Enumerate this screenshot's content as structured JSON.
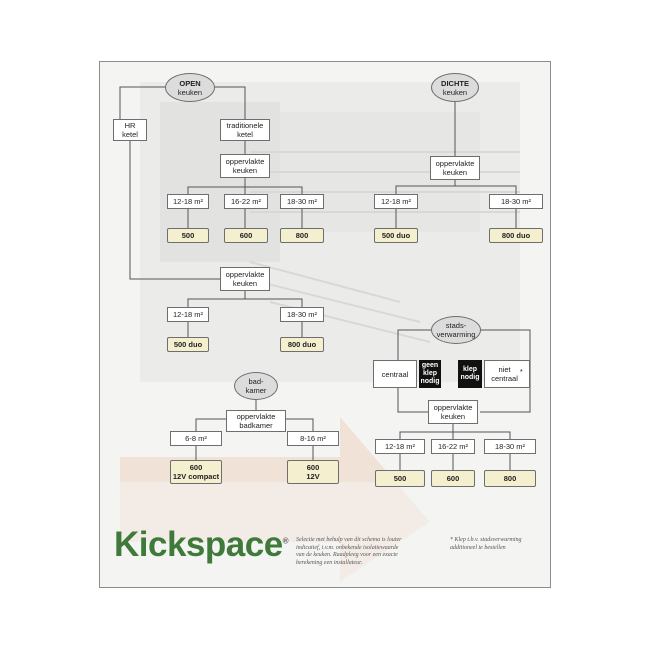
{
  "title": "Kickspace",
  "nodes": {
    "open": {
      "title": "OPEN",
      "sub": "keuken"
    },
    "dicht": {
      "title": "DICHTE",
      "sub": "keuken"
    },
    "hr": "HR\nketel",
    "trad": "traditionele\nketel",
    "opp1": "oppervlakte\nkeuken",
    "opp_mid": "oppervlakte\nkeuken",
    "opp_dicht": "oppervlakte\nkeuken",
    "opp_stad": "oppervlakte\nkeuken",
    "bad": {
      "title": "bad-\nkamer"
    },
    "opp_bad": "oppervlakte\nbadkamer",
    "stads": "stads-\nverwarming",
    "centraal": "centraal",
    "geen_klep": "geen\nklep\nnodig",
    "klep": "klep\nnodig",
    "niet_centraal": "niet\ncentraal",
    "niet_centraal_star": "*"
  },
  "sizes": {
    "s12_18": "12-18 m²",
    "s16_22": "16-22 m²",
    "s18_30": "18-30 m²",
    "s6_8": "6-8 m²",
    "s8_16": "8-16 m²"
  },
  "values": {
    "v500": "500",
    "v600": "600",
    "v800": "800",
    "v500duo": "500 duo",
    "v800duo": "800 duo",
    "v600compact": "600\n12V compact",
    "v600_12v": "600\n12V"
  },
  "notes": {
    "disclaimer": "Selectie met behulp van dit schema is louter\nindicatief, i.v.m. onbekende isolatiewaarde\nvan de keuken. Raadpleeg voor een exacte\nberekening een installateur.",
    "klep": "* Klep t.b.v. stadsverwarming\nadditioneel te bestellen"
  },
  "colors": {
    "logo": "#3f7a3a",
    "value_fill": "#f4efcf",
    "oval_fill": "#dcdcdc",
    "arrow": "#e8d2c2"
  }
}
